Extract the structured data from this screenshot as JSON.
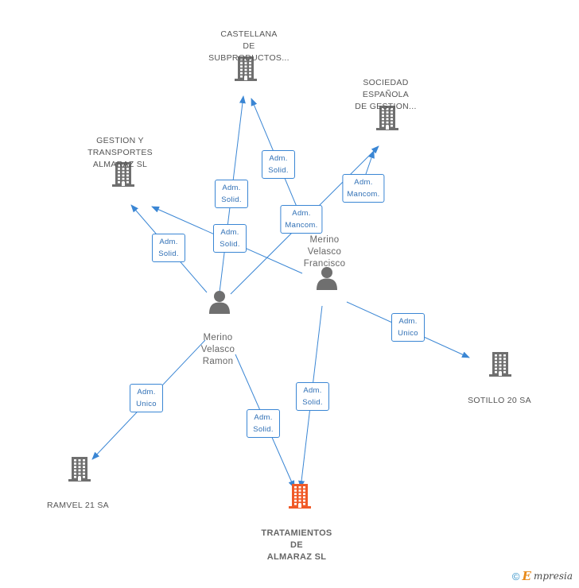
{
  "nodes": {
    "castellana": {
      "label": "CASTELLANA\nDE\nSUBPRODUCTOS...",
      "type": "company"
    },
    "sociedad": {
      "label": "SOCIEDAD\nESPAÑOLA\nDE GESTION...",
      "type": "company"
    },
    "gestion": {
      "label": "GESTION Y\nTRANSPORTES\nALMARAZ SL",
      "type": "company"
    },
    "sotillo": {
      "label": "SOTILLO 20 SA",
      "type": "company"
    },
    "ramvel": {
      "label": "RAMVEL 21 SA",
      "type": "company"
    },
    "tratamientos": {
      "label": "TRATAMIENTOS\nDE\nALMARAZ SL",
      "type": "main-company"
    },
    "francisco": {
      "label": "Merino\nVelasco\nFrancisco",
      "type": "person"
    },
    "ramon": {
      "label": "Merino\nVelasco\nRamon",
      "type": "person"
    }
  },
  "edges": [
    {
      "from": "ramon",
      "to": "castellana",
      "label": "Adm.\nSolid."
    },
    {
      "from": "francisco",
      "to": "castellana",
      "label": "Adm.\nSolid."
    },
    {
      "from": "ramon",
      "to": "sociedad",
      "label": "Adm.\nMancom."
    },
    {
      "from": "francisco",
      "to": "sociedad",
      "label": "Adm.\nMancom."
    },
    {
      "from": "ramon",
      "to": "gestion",
      "label": "Adm.\nSolid."
    },
    {
      "from": "francisco",
      "to": "gestion",
      "label": "Adm.\nSolid."
    },
    {
      "from": "francisco",
      "to": "sotillo",
      "label": "Adm.\nUnico"
    },
    {
      "from": "ramon",
      "to": "ramvel",
      "label": "Adm.\nUnico"
    },
    {
      "from": "ramon",
      "to": "tratamientos",
      "label": "Adm.\nSolid."
    },
    {
      "from": "francisco",
      "to": "tratamientos",
      "label": "Adm.\nSolid."
    }
  ],
  "colors": {
    "edge": "#3a86d4",
    "company_icon": "#6f6f6f",
    "main_company_icon": "#f05a28",
    "person_icon": "#6f6f6f"
  },
  "footer": {
    "copyright": "©",
    "brand_initial": "E",
    "brand_rest": "mpresia"
  }
}
